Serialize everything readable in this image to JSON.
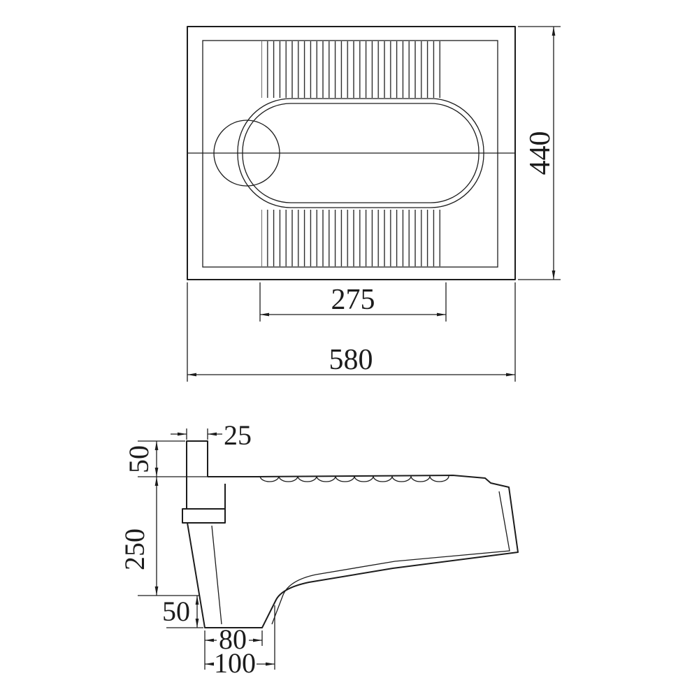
{
  "background": "#ffffff",
  "line_color": "#1c1c1c",
  "labels": {
    "top_view": {
      "overall_depth": "440",
      "bowl_opening_width": "275",
      "overall_width": "580"
    },
    "side_view": {
      "inlet_height": "50",
      "inlet_width": "25",
      "overall_height": "250",
      "outlet_height": "50",
      "outlet_width": "80",
      "outlet_overall_width": "100"
    }
  }
}
